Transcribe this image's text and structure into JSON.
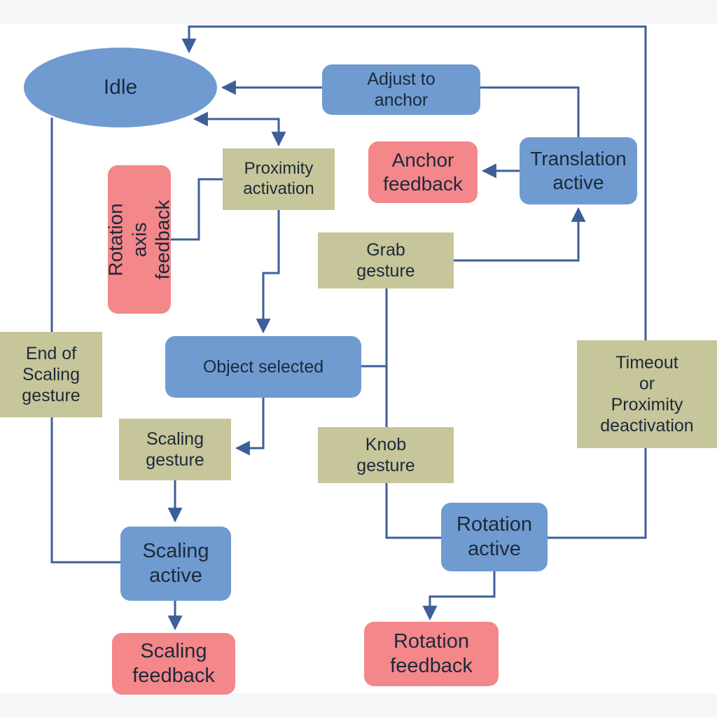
{
  "nodes": {
    "idle": "Idle",
    "adjust_to_anchor": "Adjust to\nanchor",
    "proximity_activation": "Proximity\nactivation",
    "anchor_feedback": "Anchor\nfeedback",
    "translation_active": "Translation\nactive",
    "rotation_axis_feedback": "Rotation axis\nfeedback",
    "grab_gesture": "Grab\ngesture",
    "end_of_scaling_gesture": "End of\nScaling\ngesture",
    "object_selected": "Object selected",
    "timeout_or_proximity_deactivation": "Timeout\nor\nProximity\ndeactivation",
    "scaling_gesture": "Scaling\ngesture",
    "knob_gesture": "Knob\ngesture",
    "rotation_active": "Rotation\nactive",
    "scaling_active": "Scaling\nactive",
    "rotation_feedback": "Rotation\nfeedback",
    "scaling_feedback": "Scaling\nfeedback"
  },
  "colors": {
    "state": "#6f9bd1",
    "event": "#c7c59a",
    "feedback": "#f4878a",
    "edge": "#3d5f99"
  }
}
